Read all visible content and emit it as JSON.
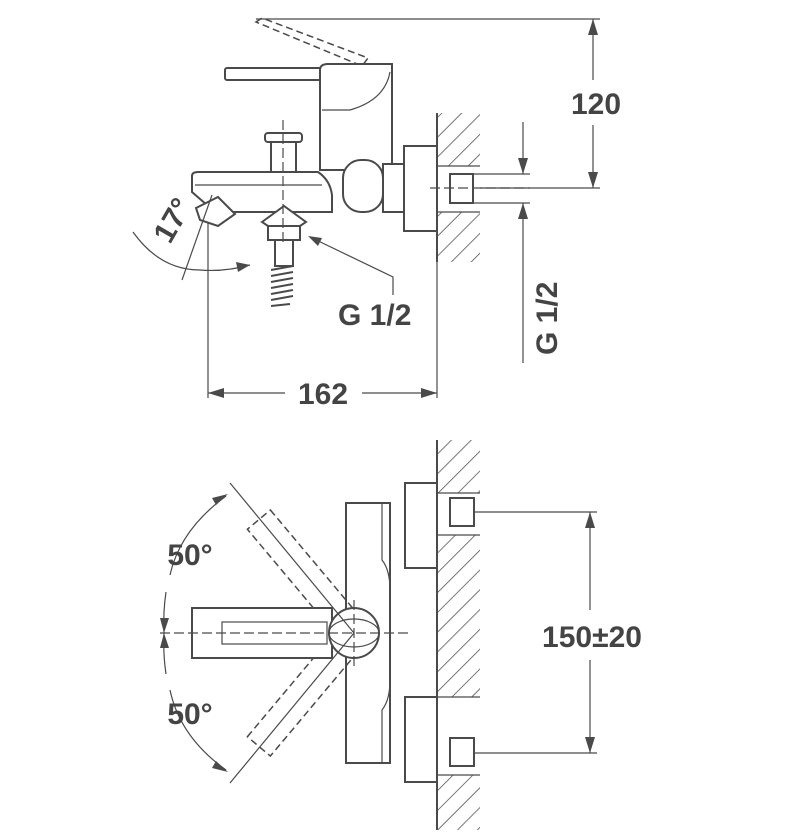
{
  "title": "Bath mixer dimension drawing",
  "side_view": {
    "height_dim": "120",
    "depth_dim": "162",
    "spout_angle": "17°",
    "hose_thread": "G 1/2",
    "inlet_thread": "G 1/2"
  },
  "top_view": {
    "lever_angle_upper": "50°",
    "lever_angle_lower": "50°",
    "inlet_spacing": "150±20"
  },
  "colors": {
    "line": "#4a4a4a",
    "background": "#ffffff"
  }
}
